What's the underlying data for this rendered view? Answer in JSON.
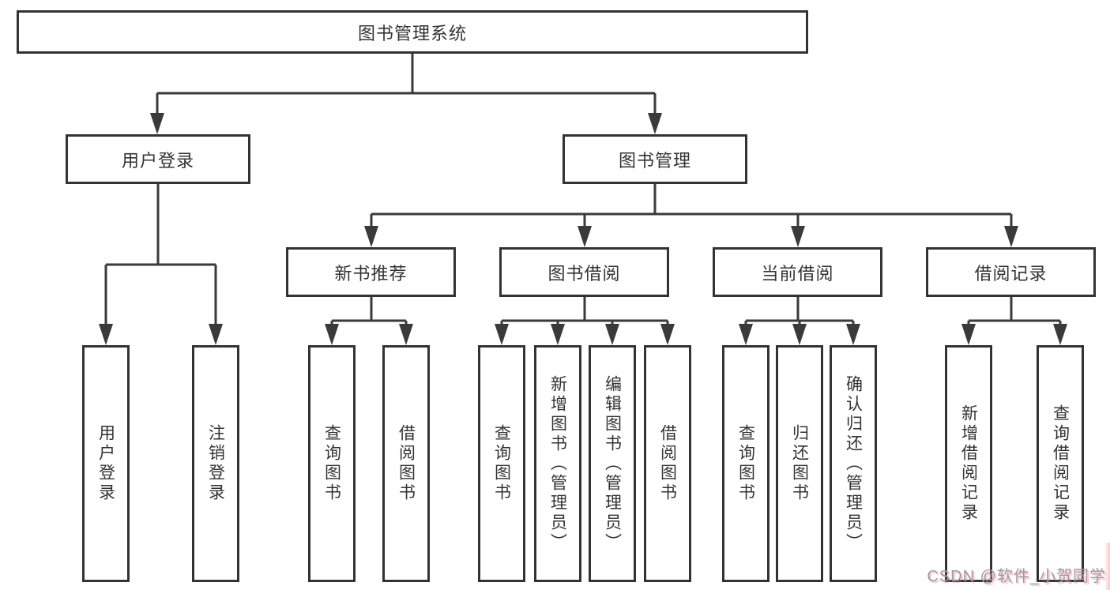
{
  "diagram": {
    "watermark": "CSDN @软件_小贺同学",
    "colors": {
      "line": "#3a3a3a",
      "border": "#333333",
      "text": "#333333",
      "background": "#ffffff",
      "watermark": "#9b9ba3"
    },
    "tree": {
      "root": {
        "label": "图书管理系统",
        "children": [
          {
            "label": "用户登录",
            "children": [
              {
                "label": "用户登录"
              },
              {
                "label": "注销登录"
              }
            ]
          },
          {
            "label": "图书管理",
            "children": [
              {
                "label": "新书推荐",
                "children": [
                  {
                    "label": "查询图书"
                  },
                  {
                    "label": "借阅图书"
                  }
                ]
              },
              {
                "label": "图书借阅",
                "children": [
                  {
                    "label": "查询图书"
                  },
                  {
                    "label": "新增图书（管理员）"
                  },
                  {
                    "label": "编辑图书（管理员）"
                  },
                  {
                    "label": "借阅图书"
                  }
                ]
              },
              {
                "label": "当前借阅",
                "children": [
                  {
                    "label": "查询图书"
                  },
                  {
                    "label": "归还图书"
                  },
                  {
                    "label": "确认归还（管理员）"
                  }
                ]
              },
              {
                "label": "借阅记录",
                "children": [
                  {
                    "label": "新增借阅记录"
                  },
                  {
                    "label": "查询借阅记录"
                  }
                ]
              }
            ]
          }
        ]
      }
    }
  }
}
